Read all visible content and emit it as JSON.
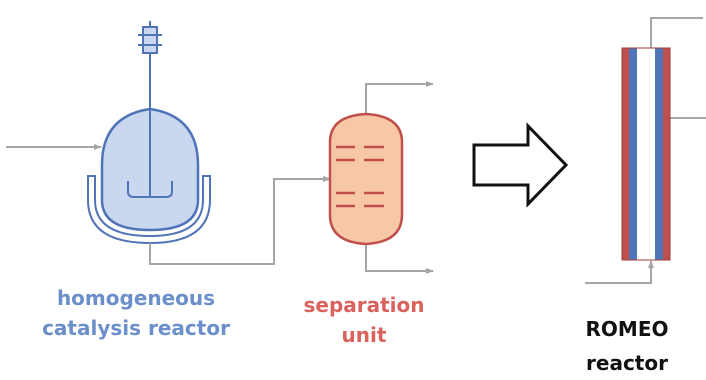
{
  "colors": {
    "reactor_stroke": "#4f74b8",
    "reactor_fill": "#c9d7ef",
    "separation_stroke": "#c0504d",
    "separation_fill": "#f8c8a6",
    "pipe": "#a6a6a6",
    "romeo_red": "#c0504d",
    "romeo_blue": "#4f74b8",
    "arrow": "#111111"
  },
  "labels": {
    "reactor": {
      "line1": "homogeneous",
      "line2": "catalysis reactor",
      "color": "#6b8fcb"
    },
    "separation": {
      "line1": "separation",
      "line2": "unit",
      "color": "#d9625d"
    },
    "romeo": {
      "line1": "ROMEO",
      "line2": "reactor",
      "color": "#111111"
    }
  }
}
